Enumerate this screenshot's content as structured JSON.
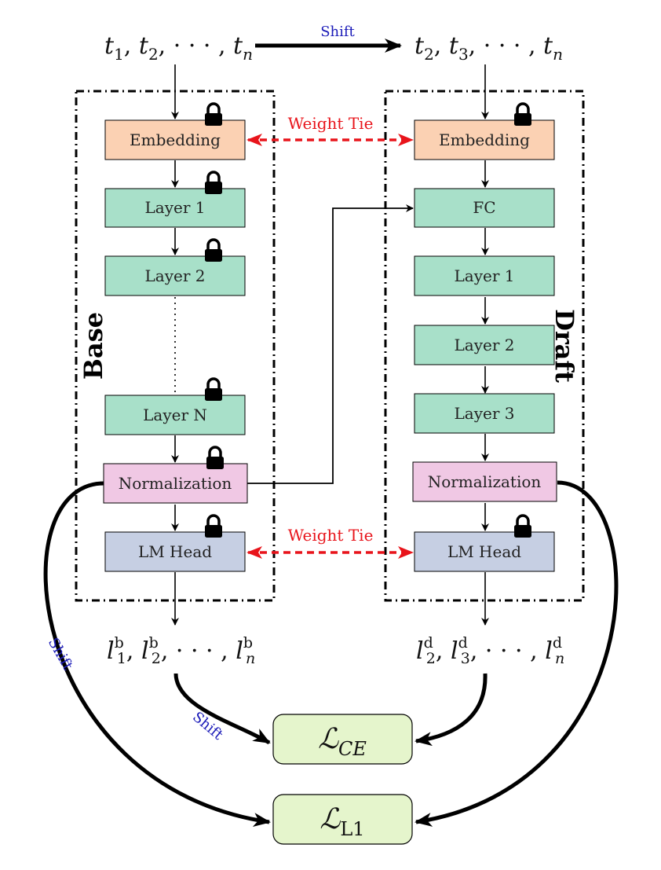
{
  "colors": {
    "embedding": "#fbd1b3",
    "layer": "#a8e0c9",
    "normalization": "#f0c8e4",
    "lm_head": "#c6cfe3",
    "loss": "#e5f5cc",
    "weight_tie": "#e8141b",
    "shift": "#1a1ab8",
    "edge": "#000000"
  },
  "top": {
    "input_tokens": {
      "base": "t",
      "subs": [
        "1",
        "2",
        "n"
      ]
    },
    "shifted_tokens": {
      "base": "t",
      "subs": [
        "2",
        "3",
        "n"
      ]
    },
    "shift_label": "Shift"
  },
  "base": {
    "title": "Base",
    "embedding": "Embedding",
    "layer1": "Layer 1",
    "layer2": "Layer 2",
    "layerN": "Layer N",
    "normalization": "Normalization",
    "lm_head": "LM Head",
    "outputs": {
      "base": "l",
      "sup": "b",
      "subs": [
        "1",
        "2",
        "n"
      ]
    }
  },
  "draft": {
    "title": "Draft",
    "embedding": "Embedding",
    "fc": "FC",
    "layer1": "Layer 1",
    "layer2": "Layer 2",
    "layer3": "Layer 3",
    "normalization": "Normalization",
    "lm_head": "LM Head",
    "outputs": {
      "base": "l",
      "sup": "d",
      "subs": [
        "2",
        "3",
        "n"
      ]
    }
  },
  "weight_tie_embedding": "Weight Tie",
  "weight_tie_head": "Weight Tie",
  "shift_left": "Shift",
  "shift_mid": "Shift",
  "losses": {
    "ce": {
      "symbol": "ℒ",
      "sub": "CE"
    },
    "l1": {
      "symbol": "ℒ",
      "sub": "L1"
    }
  },
  "icons": {
    "lock": "lock-icon"
  }
}
